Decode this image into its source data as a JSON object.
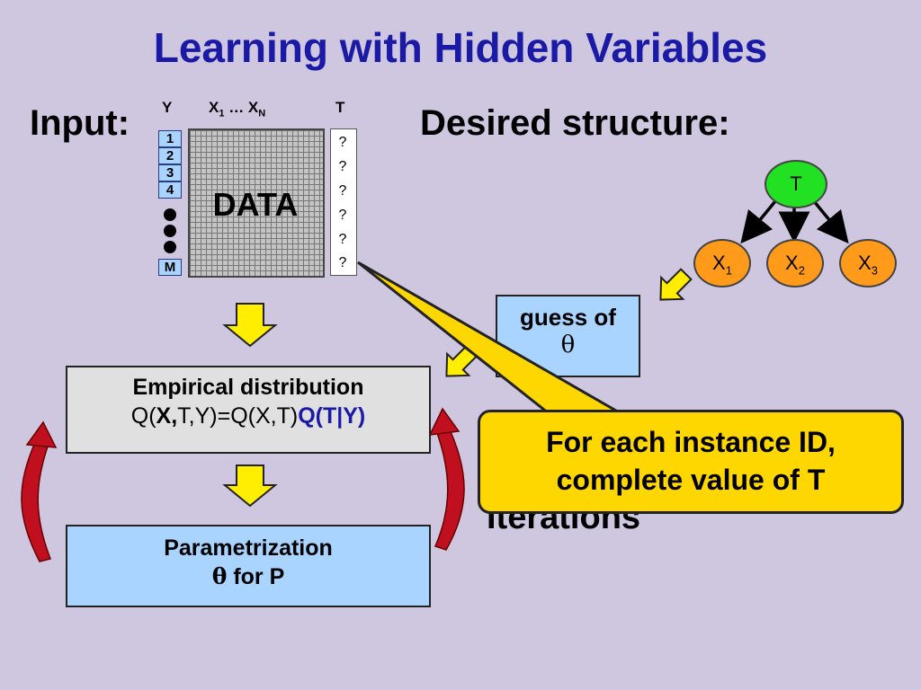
{
  "slide": {
    "title": "Learning with Hidden Variables",
    "input_label": "Input:",
    "desired_label": "Desired structure:"
  },
  "data_table": {
    "col_y": "Y",
    "col_x_first": "X",
    "col_x_first_sub": "1",
    "col_x_ellipsis": " … ",
    "col_x_last": "X",
    "col_x_last_sub": "N",
    "col_t": "T",
    "grid_label": "DATA",
    "instance_ids": [
      "1",
      "2",
      "3",
      "4"
    ],
    "last_instance_id": "M",
    "t_values": [
      "?",
      "?",
      "?",
      "?",
      "?",
      "?"
    ]
  },
  "network": {
    "root": "T",
    "children": [
      {
        "label": "X",
        "sub": "1"
      },
      {
        "label": "X",
        "sub": "2"
      },
      {
        "label": "X",
        "sub": "3"
      }
    ]
  },
  "guess_box": {
    "line1": "guess of",
    "line2": "θ"
  },
  "empirical_box": {
    "line1": "Empirical distribution",
    "formula_a": "Q(",
    "formula_b": "X,",
    "formula_c": "T,Y)=Q(X,T)",
    "formula_d": "Q(T|Y)"
  },
  "param_box": {
    "line1": "Parametrization",
    "line2_sym": "θ",
    "line2_rest": " for P"
  },
  "callout": {
    "line1": "For each instance ID,",
    "line2": "complete value of T"
  },
  "iterations_label": "Iterations",
  "colors": {
    "background": "#cfc6e0",
    "title": "#1a1aa6",
    "id_box": "#a8d4ff",
    "root_node": "#22e022",
    "child_node": "#ff9a1a",
    "block_arrow": "#ffee00",
    "loop_arrow": "#c01020",
    "callout": "#ffd700"
  }
}
